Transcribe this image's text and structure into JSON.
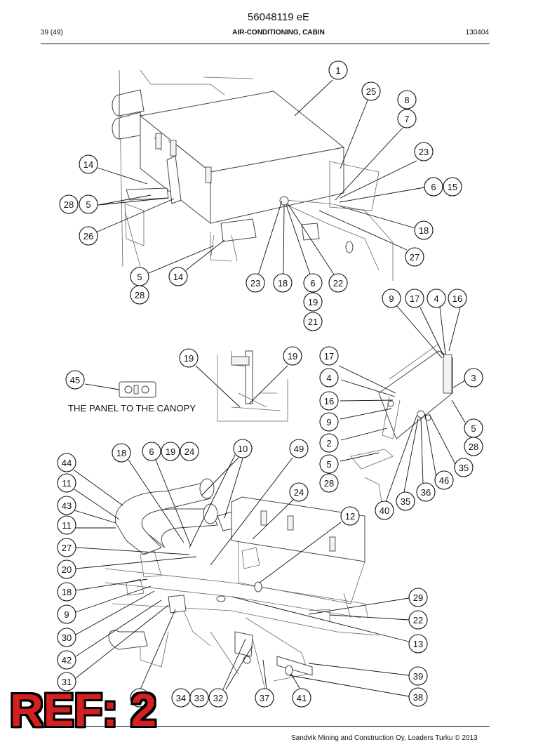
{
  "document": {
    "title": "56048119 eE",
    "page": "39 (49)",
    "section": "AIR-CONDITIONING, CABIN",
    "date_code": "130404",
    "footer": "Sandvik Mining and Construction Oy, Loaders Turku © 2013",
    "caption": "THE PANEL TO THE CANOPY",
    "ref_stamp": "REF: 2"
  },
  "callouts": [
    {
      "label": "1"
    },
    {
      "label": "25"
    },
    {
      "label": "8"
    },
    {
      "label": "7"
    },
    {
      "label": "23"
    },
    {
      "label": "14"
    },
    {
      "label": "6"
    },
    {
      "label": "15"
    },
    {
      "label": "28"
    },
    {
      "label": "5"
    },
    {
      "label": "18"
    },
    {
      "label": "26"
    },
    {
      "label": "27"
    },
    {
      "label": "5"
    },
    {
      "label": "14"
    },
    {
      "label": "23"
    },
    {
      "label": "18"
    },
    {
      "label": "6"
    },
    {
      "label": "22"
    },
    {
      "label": "28"
    },
    {
      "label": "19"
    },
    {
      "label": "21"
    },
    {
      "label": "9"
    },
    {
      "label": "17"
    },
    {
      "label": "4"
    },
    {
      "label": "16"
    },
    {
      "label": "19"
    },
    {
      "label": "19"
    },
    {
      "label": "17"
    },
    {
      "label": "45"
    },
    {
      "label": "4"
    },
    {
      "label": "3"
    },
    {
      "label": "16"
    },
    {
      "label": "9"
    },
    {
      "label": "5"
    },
    {
      "label": "2"
    },
    {
      "label": "28"
    },
    {
      "label": "18"
    },
    {
      "label": "6"
    },
    {
      "label": "19"
    },
    {
      "label": "24"
    },
    {
      "label": "10"
    },
    {
      "label": "49"
    },
    {
      "label": "5"
    },
    {
      "label": "35"
    },
    {
      "label": "44"
    },
    {
      "label": "28"
    },
    {
      "label": "46"
    },
    {
      "label": "11"
    },
    {
      "label": "24"
    },
    {
      "label": "36"
    },
    {
      "label": "43"
    },
    {
      "label": "35"
    },
    {
      "label": "40"
    },
    {
      "label": "11"
    },
    {
      "label": "12"
    },
    {
      "label": "27"
    },
    {
      "label": "20"
    },
    {
      "label": "18"
    },
    {
      "label": "29"
    },
    {
      "label": "9"
    },
    {
      "label": "22"
    },
    {
      "label": "30"
    },
    {
      "label": "13"
    },
    {
      "label": "42"
    },
    {
      "label": "39"
    },
    {
      "label": "31"
    },
    {
      "label": "46"
    },
    {
      "label": "34"
    },
    {
      "label": "33"
    },
    {
      "label": "32"
    },
    {
      "label": "37"
    },
    {
      "label": "41"
    },
    {
      "label": "38"
    }
  ]
}
